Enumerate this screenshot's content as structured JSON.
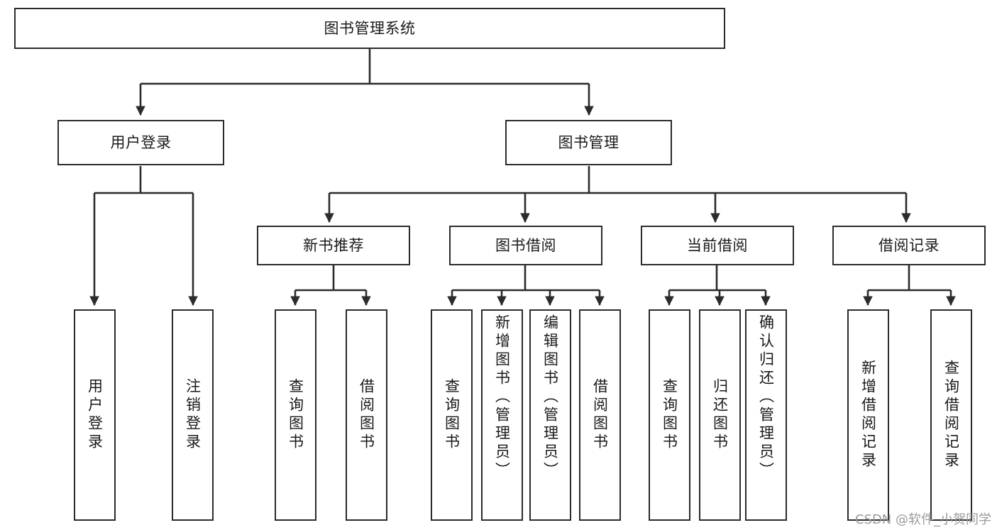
{
  "diagram": {
    "title": "图书管理系统",
    "type": "tree-hierarchy-chart",
    "root": {
      "label": "图书管理系统",
      "id": "root"
    },
    "level2": [
      {
        "id": "user-login",
        "label": "用户登录"
      },
      {
        "id": "book-manage",
        "label": "图书管理"
      }
    ],
    "level3": [
      {
        "id": "new-book-rec",
        "label": "新书推荐",
        "parent": "book-manage"
      },
      {
        "id": "book-borrow",
        "label": "图书借阅",
        "parent": "book-manage"
      },
      {
        "id": "current-borrow",
        "label": "当前借阅",
        "parent": "book-manage"
      },
      {
        "id": "borrow-record",
        "label": "借阅记录",
        "parent": "book-manage"
      }
    ],
    "leaves": [
      {
        "id": "leaf-user-login",
        "label": "用户登录",
        "parent": "user-login"
      },
      {
        "id": "leaf-logout-login",
        "label": "注销登录",
        "parent": "user-login"
      },
      {
        "id": "leaf-query-book-1",
        "label": "查询图书",
        "parent": "new-book-rec"
      },
      {
        "id": "leaf-borrow-book-1",
        "label": "借阅图书",
        "parent": "new-book-rec"
      },
      {
        "id": "leaf-query-book-2",
        "label": "查询图书",
        "parent": "book-borrow"
      },
      {
        "id": "leaf-add-book",
        "label": "新增图书（管理员）",
        "parent": "book-borrow"
      },
      {
        "id": "leaf-edit-book",
        "label": "编辑图书（管理员）",
        "parent": "book-borrow"
      },
      {
        "id": "leaf-borrow-book-2",
        "label": "借阅图书",
        "parent": "book-borrow"
      },
      {
        "id": "leaf-query-book-3",
        "label": "查询图书",
        "parent": "current-borrow"
      },
      {
        "id": "leaf-return-book",
        "label": "归还图书",
        "parent": "current-borrow"
      },
      {
        "id": "leaf-confirm-return",
        "label": "确认归还（管理员）",
        "parent": "current-borrow"
      },
      {
        "id": "leaf-add-record",
        "label": "新增借阅记录",
        "parent": "borrow-record"
      },
      {
        "id": "leaf-query-record",
        "label": "查询借阅记录",
        "parent": "borrow-record"
      }
    ],
    "colors": {
      "stroke": "#2b2b2b",
      "fill": "#ffffff",
      "text": "#1a1a1a",
      "watermark": "#9a9a9a"
    }
  },
  "watermark": {
    "text": "CSDN @软件_小贺同学"
  }
}
